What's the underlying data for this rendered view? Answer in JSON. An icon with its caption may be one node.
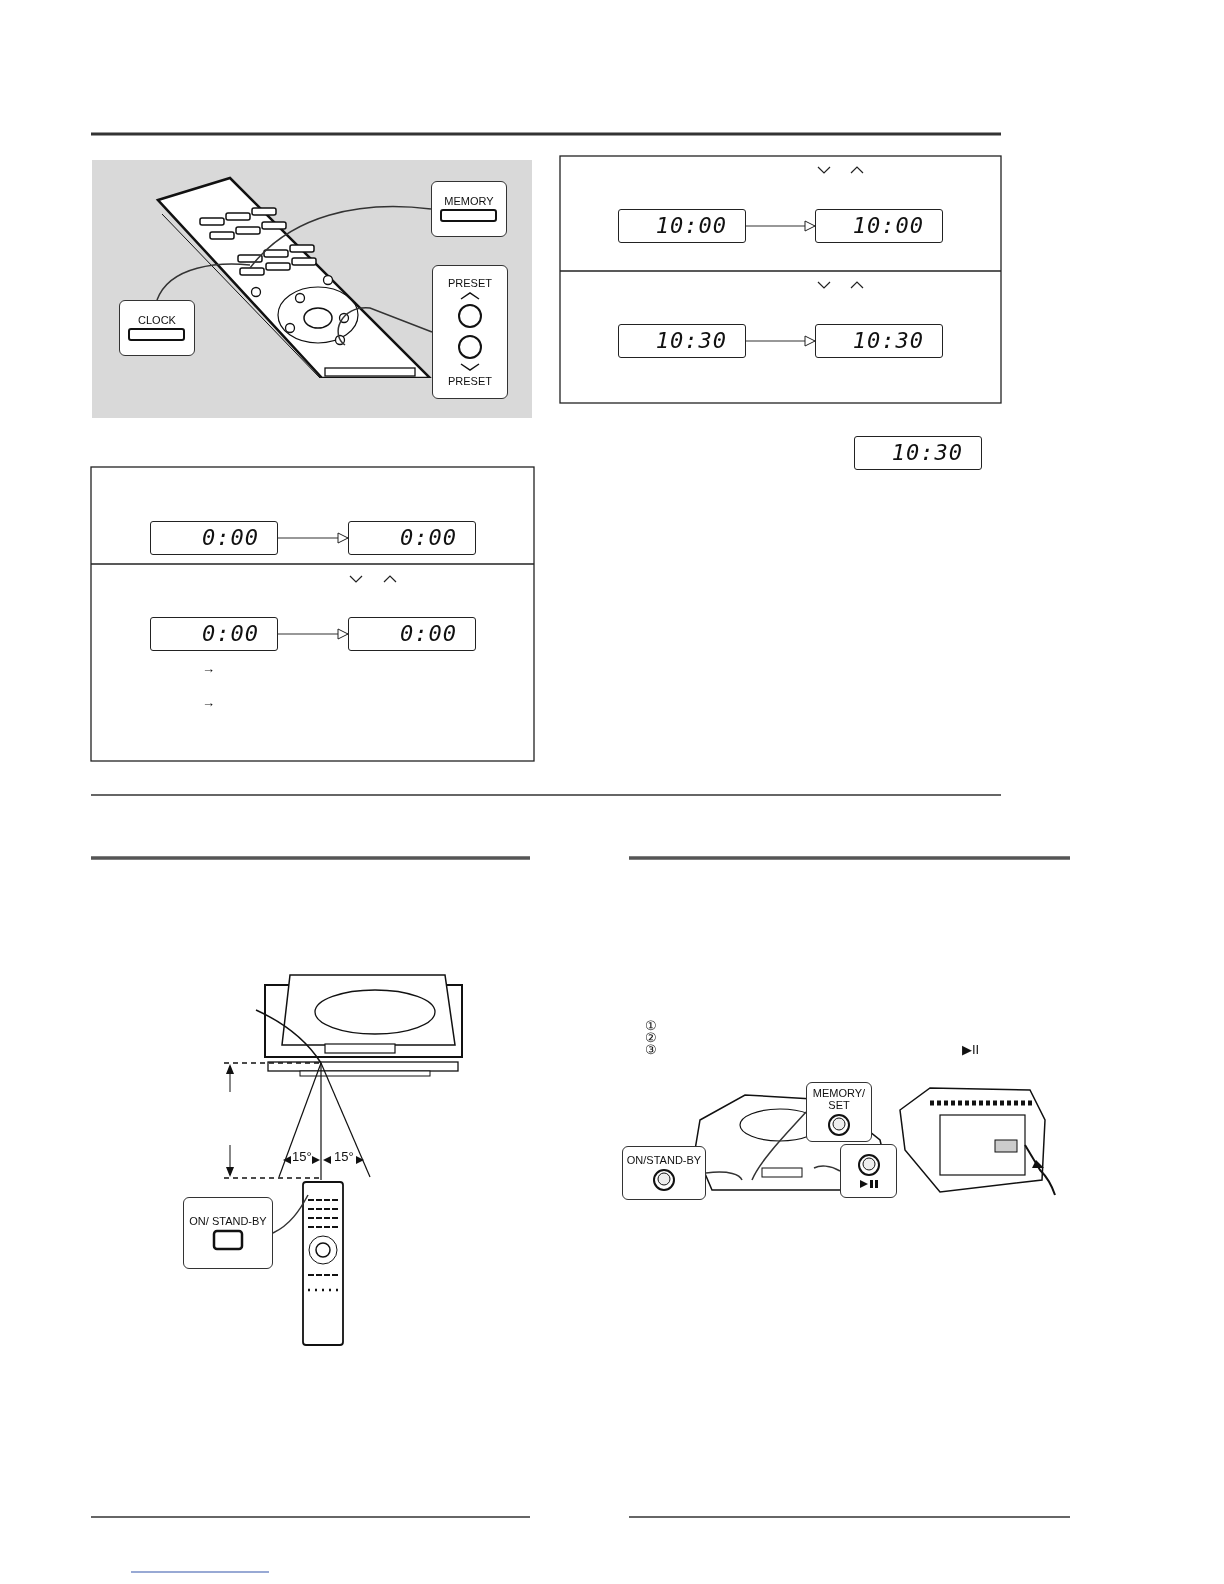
{
  "diagram": {
    "nodes": [
      {
        "text": [
          "CLOCK"
        ]
      },
      {
        "text": [
          "MEMORY"
        ]
      },
      {
        "text": [
          "PRESET",
          "PRESET"
        ]
      },
      {
        "text": [
          "0:00"
        ]
      },
      {
        "text": [
          "0:00"
        ]
      },
      {
        "text": [
          "0:00"
        ]
      },
      {
        "text": [
          "0:00"
        ]
      },
      {
        "text": [
          "10:00"
        ]
      },
      {
        "text": [
          "10:00"
        ]
      },
      {
        "text": [
          "10:30"
        ]
      },
      {
        "text": [
          "10:30"
        ]
      },
      {
        "text": [
          "10:30"
        ]
      },
      {
        "text": [
          "ON/ STAND-BY"
        ]
      },
      {
        "text": [
          "ON/STAND-BY"
        ]
      },
      {
        "text": [
          "MEMORY/ SET"
        ]
      },
      {
        "text": [],
        "shape": "box"
      }
    ],
    "edges": [
      {
        "from": 0,
        "to": null,
        "arrow": "none"
      },
      {
        "from": 1,
        "to": null,
        "arrow": "none"
      },
      {
        "from": 2,
        "to": null,
        "arrow": "none"
      },
      {
        "from": 3,
        "to": 4,
        "arrow": "to"
      },
      {
        "from": 5,
        "to": 6,
        "arrow": "to"
      },
      {
        "from": 7,
        "to": 8,
        "arrow": "to"
      },
      {
        "from": 9,
        "to": 10,
        "arrow": "to"
      },
      {
        "from": 12,
        "to": null,
        "arrow": "none"
      },
      {
        "from": 13,
        "to": null,
        "arrow": "none"
      },
      {
        "from": 14,
        "to": null,
        "arrow": "none"
      },
      {
        "from": 15,
        "to": null,
        "arrow": "none"
      }
    ],
    "labels": [
      "→",
      "→",
      "15°",
      "15°",
      "①",
      "②",
      "③",
      "▶II"
    ]
  }
}
